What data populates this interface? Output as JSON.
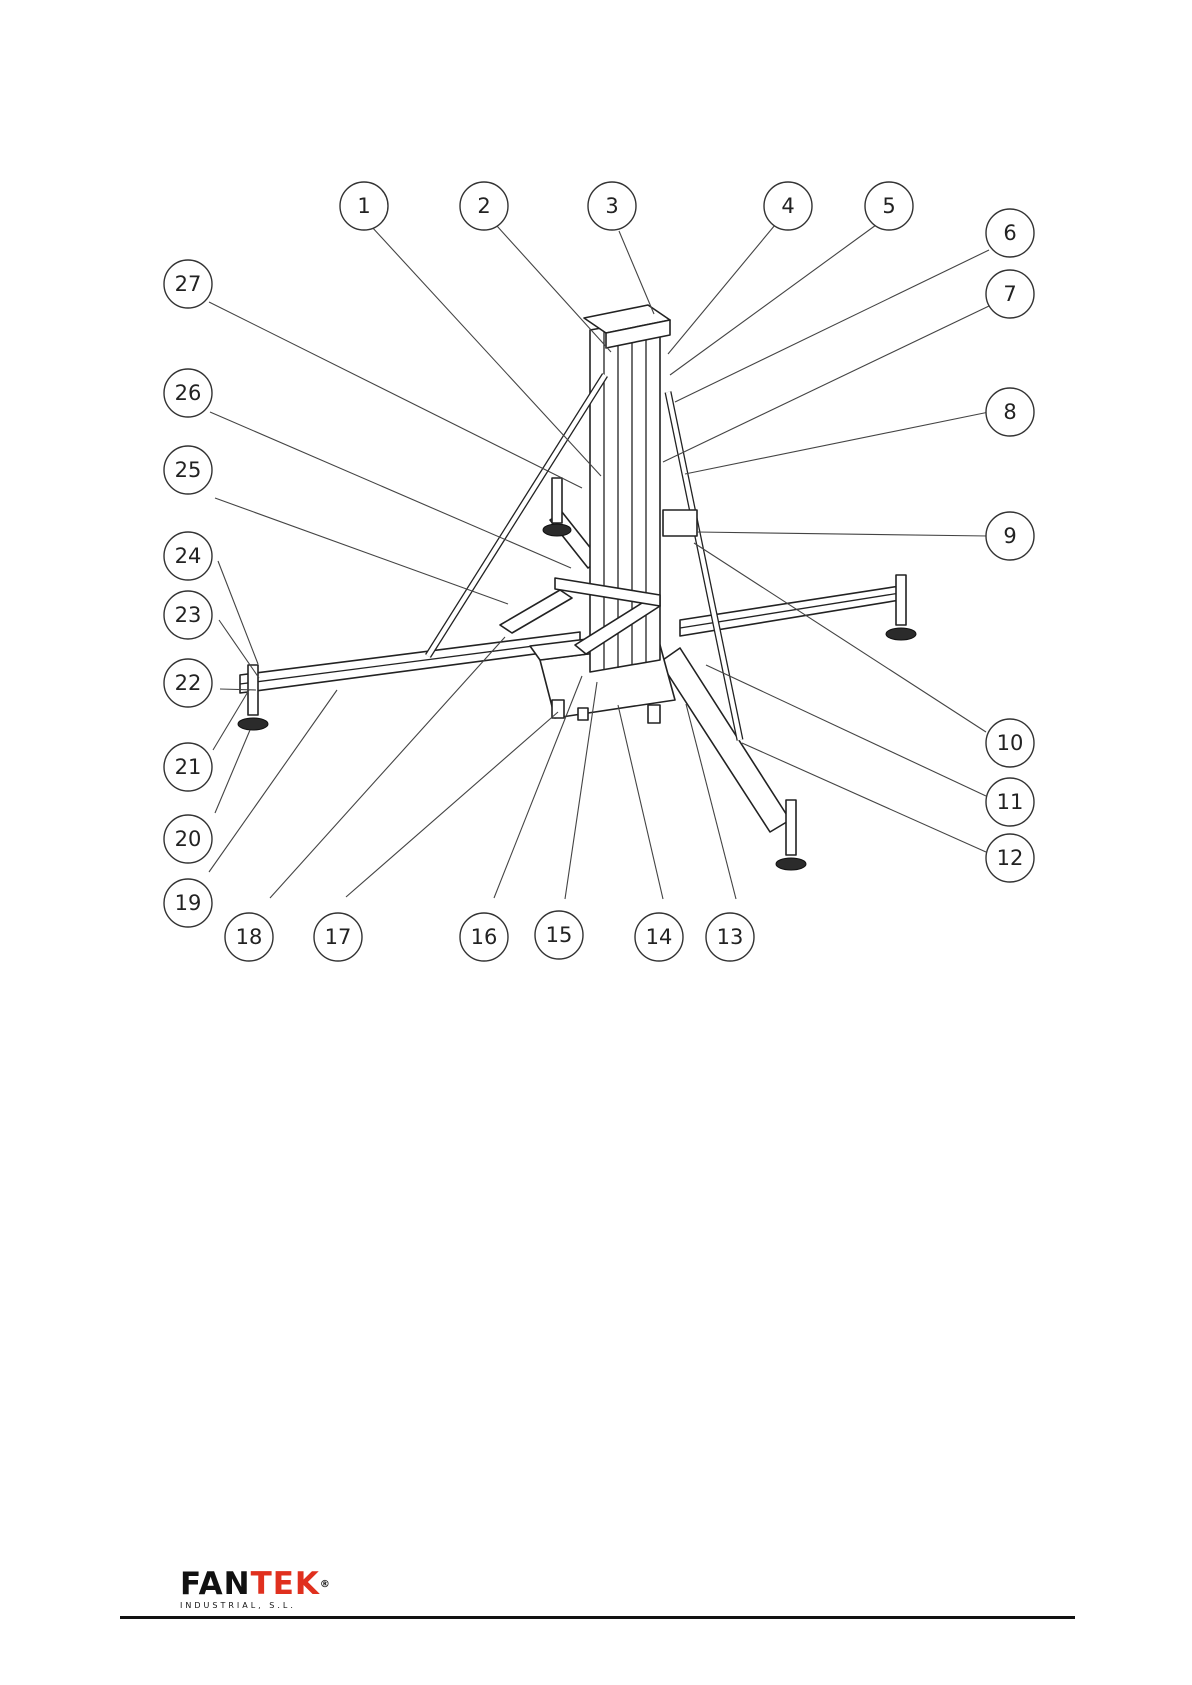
{
  "callouts": [
    {
      "n": "1"
    },
    {
      "n": "2"
    },
    {
      "n": "3"
    },
    {
      "n": "4"
    },
    {
      "n": "5"
    },
    {
      "n": "6"
    },
    {
      "n": "7"
    },
    {
      "n": "8"
    },
    {
      "n": "9"
    },
    {
      "n": "10"
    },
    {
      "n": "11"
    },
    {
      "n": "12"
    },
    {
      "n": "13"
    },
    {
      "n": "14"
    },
    {
      "n": "15"
    },
    {
      "n": "16"
    },
    {
      "n": "17"
    },
    {
      "n": "18"
    },
    {
      "n": "19"
    },
    {
      "n": "20"
    },
    {
      "n": "21"
    },
    {
      "n": "22"
    },
    {
      "n": "23"
    },
    {
      "n": "24"
    },
    {
      "n": "25"
    },
    {
      "n": "26"
    },
    {
      "n": "27"
    }
  ],
  "footer": {
    "brand_fan": "FAN",
    "brand_tek": "TEK",
    "brand_reg": "®",
    "brand_sub": "INDUSTRIAL, S.L."
  },
  "colors": {
    "brand_red": "#e0301e",
    "ink": "#111111"
  }
}
